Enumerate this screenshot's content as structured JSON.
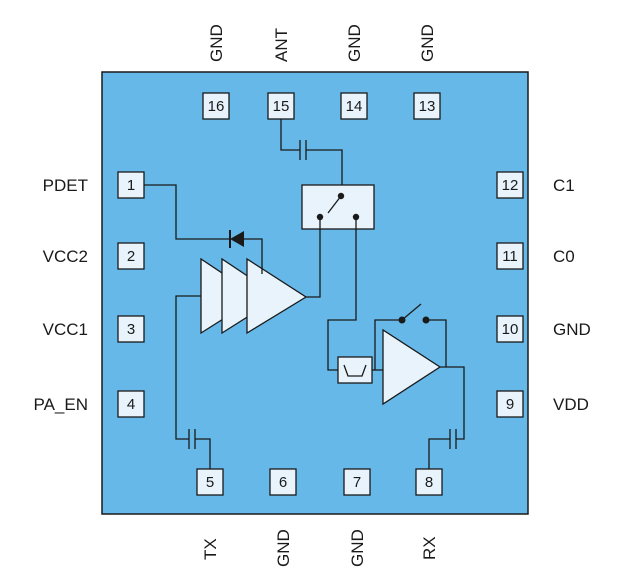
{
  "colors": {
    "package": "#66b8e9",
    "pad": "#e8f3fb",
    "stroke": "#1a1a1a"
  },
  "pins": {
    "p1": {
      "num": "1",
      "label": "PDET"
    },
    "p2": {
      "num": "2",
      "label": "VCC2"
    },
    "p3": {
      "num": "3",
      "label": "VCC1"
    },
    "p4": {
      "num": "4",
      "label": "PA_EN"
    },
    "p5": {
      "num": "5",
      "label": "TX"
    },
    "p6": {
      "num": "6",
      "label": "GND"
    },
    "p7": {
      "num": "7",
      "label": "GND"
    },
    "p8": {
      "num": "8",
      "label": "RX"
    },
    "p9": {
      "num": "9",
      "label": "VDD"
    },
    "p10": {
      "num": "10",
      "label": "GND"
    },
    "p11": {
      "num": "11",
      "label": "C0"
    },
    "p12": {
      "num": "12",
      "label": "C1"
    },
    "p13": {
      "num": "13",
      "label": "GND"
    },
    "p14": {
      "num": "14",
      "label": "GND"
    },
    "p15": {
      "num": "15",
      "label": "ANT"
    },
    "p16": {
      "num": "16",
      "label": "GND"
    }
  },
  "icons": [
    "capacitor-icon",
    "diode-icon",
    "amplifier-icon",
    "switch-icon",
    "filter-icon"
  ]
}
